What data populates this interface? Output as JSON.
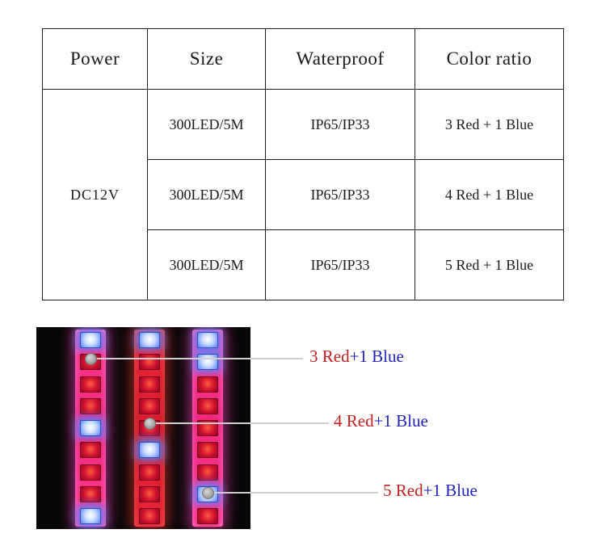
{
  "table": {
    "headers": [
      "Power",
      "Size",
      "Waterproof",
      "Color ratio"
    ],
    "power": "DC12V",
    "rows": [
      {
        "size": "300LED/5M",
        "waterproof": "IP65/IP33",
        "ratio": "3 Red + 1 Blue"
      },
      {
        "size": "300LED/5M",
        "waterproof": "IP65/IP33",
        "ratio": "4 Red + 1 Blue"
      },
      {
        "size": "300LED/5M",
        "waterproof": "IP65/IP33",
        "ratio": "5 Red + 1 Blue"
      }
    ]
  },
  "callouts": [
    {
      "red_part": "3 Red",
      "blue_part": "+1 Blue"
    },
    {
      "red_part": "4 Red",
      "blue_part": "+1 Blue"
    },
    {
      "red_part": "5 Red",
      "blue_part": "+1 Blue"
    }
  ],
  "led_image": {
    "strips": [
      {
        "base": "pink",
        "pattern": [
          "blue",
          "red",
          "red",
          "red",
          "blue",
          "red",
          "red",
          "red",
          "blue"
        ]
      },
      {
        "base": "red",
        "pattern": [
          "blue",
          "red",
          "red",
          "red",
          "red",
          "blue",
          "red",
          "red",
          "red"
        ]
      },
      {
        "base": "pink",
        "pattern": [
          "blue",
          "blue",
          "red",
          "red",
          "red",
          "red",
          "red",
          "blue",
          "red"
        ]
      }
    ]
  },
  "colors": {
    "label_red": "#c41e1e",
    "label_blue": "#1f1fbe",
    "strip_pink": "#e82a94",
    "strip_red": "#c31616",
    "led_red": "#d01030",
    "led_blue": "#cfe0ff",
    "line_gray": "#cfcfcf",
    "photo_background": "#070707",
    "table_border": "#1a1a1a"
  }
}
